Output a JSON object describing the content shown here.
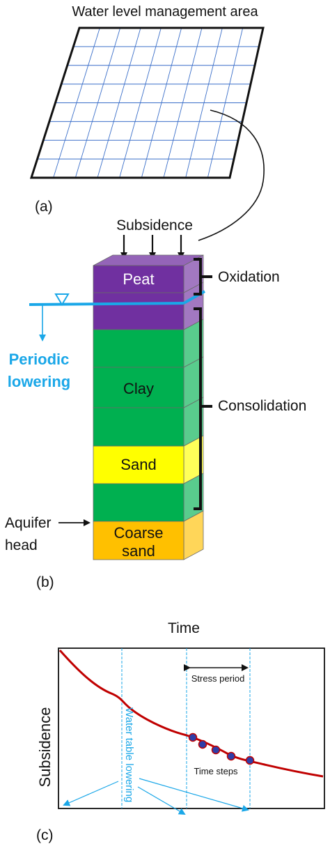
{
  "panel_a": {
    "title": "Water level management area",
    "label": "(a)"
  },
  "panel_b": {
    "label": "(b)",
    "subsidence": "Subsidence",
    "oxidation": "Oxidation",
    "consolidation": "Consolidation",
    "periodic_line1": "Periodic",
    "periodic_line2": "lowering",
    "aquifer_line1": "Aquifer",
    "aquifer_line2": "head",
    "layers": {
      "peat": "Peat",
      "clay": "Clay",
      "sand": "Sand",
      "coarse_line1": "Coarse",
      "coarse_line2": "sand"
    },
    "colors": {
      "peat": "#7030a0",
      "clay": "#00b050",
      "sand": "#ffff00",
      "coarse_sand": "#ffc000",
      "water": "#1aa7e8"
    }
  },
  "panel_c": {
    "label": "(c)",
    "time": "Time",
    "subsidence": "Subsidence",
    "stress_period": "Stress period",
    "time_steps": "Time steps",
    "water_table": "Water table lowering",
    "colors": {
      "curve": "#c00000",
      "dots": "#2f3ea8",
      "guides": "#1aa7e8"
    }
  }
}
